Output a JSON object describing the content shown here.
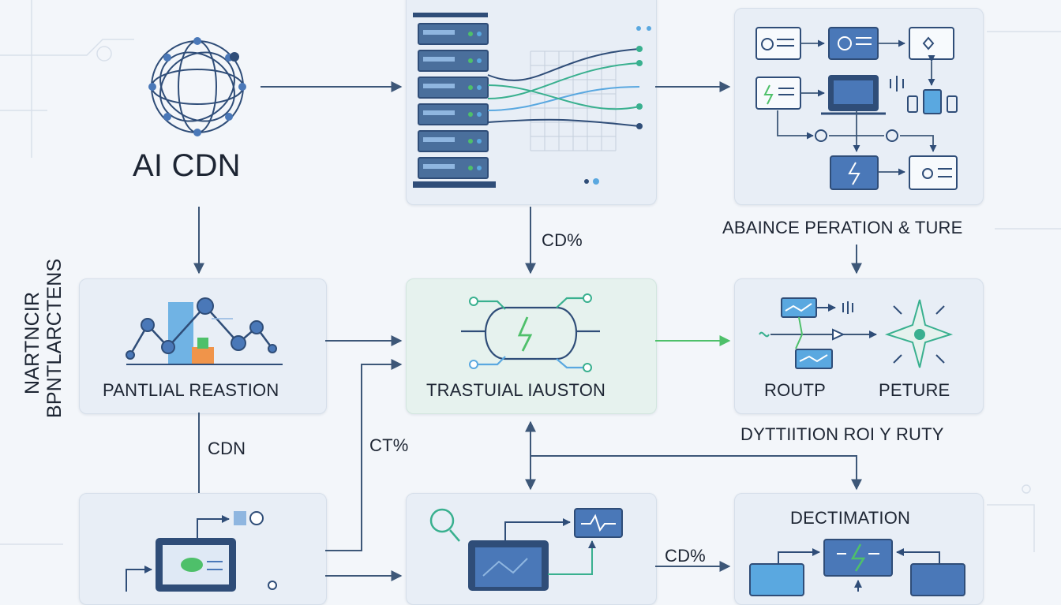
{
  "title": "AI CDN",
  "side_label": {
    "line1": "NARTNCIR",
    "line2": "BPNTLARCTENS"
  },
  "nodes": {
    "partial": "PANTLIAL REASTION",
    "trastual": "TRASTUIAL IAUSTON",
    "routp": "ROUTP",
    "peture": "PETURE",
    "abaince": "ABAINCE PERATION & TURE",
    "dytt": "DYTTIITION ROI Y RUTY",
    "dectimation": "DECTIMATION"
  },
  "edge_labels": {
    "cd_pct_top": "CD%",
    "cdn_left": "CDN",
    "ct_pct": "CT%",
    "cd_pct_bottom": "CD%"
  },
  "colors": {
    "accent_blue": "#4a78b8",
    "dark_blue": "#2f4d78",
    "teal": "#39b08f",
    "green": "#4ec06a",
    "orange": "#f0944a",
    "light_blue": "#5aa8e0",
    "arrow": "#3d5778"
  },
  "icons": [
    "globe-icon",
    "server-rack-icon",
    "grid-chart-icon",
    "dashboard-icon",
    "line-chart-icon",
    "circuit-lightning-icon",
    "waveform-icon",
    "starburst-icon",
    "laptop-icon",
    "search-icon"
  ]
}
